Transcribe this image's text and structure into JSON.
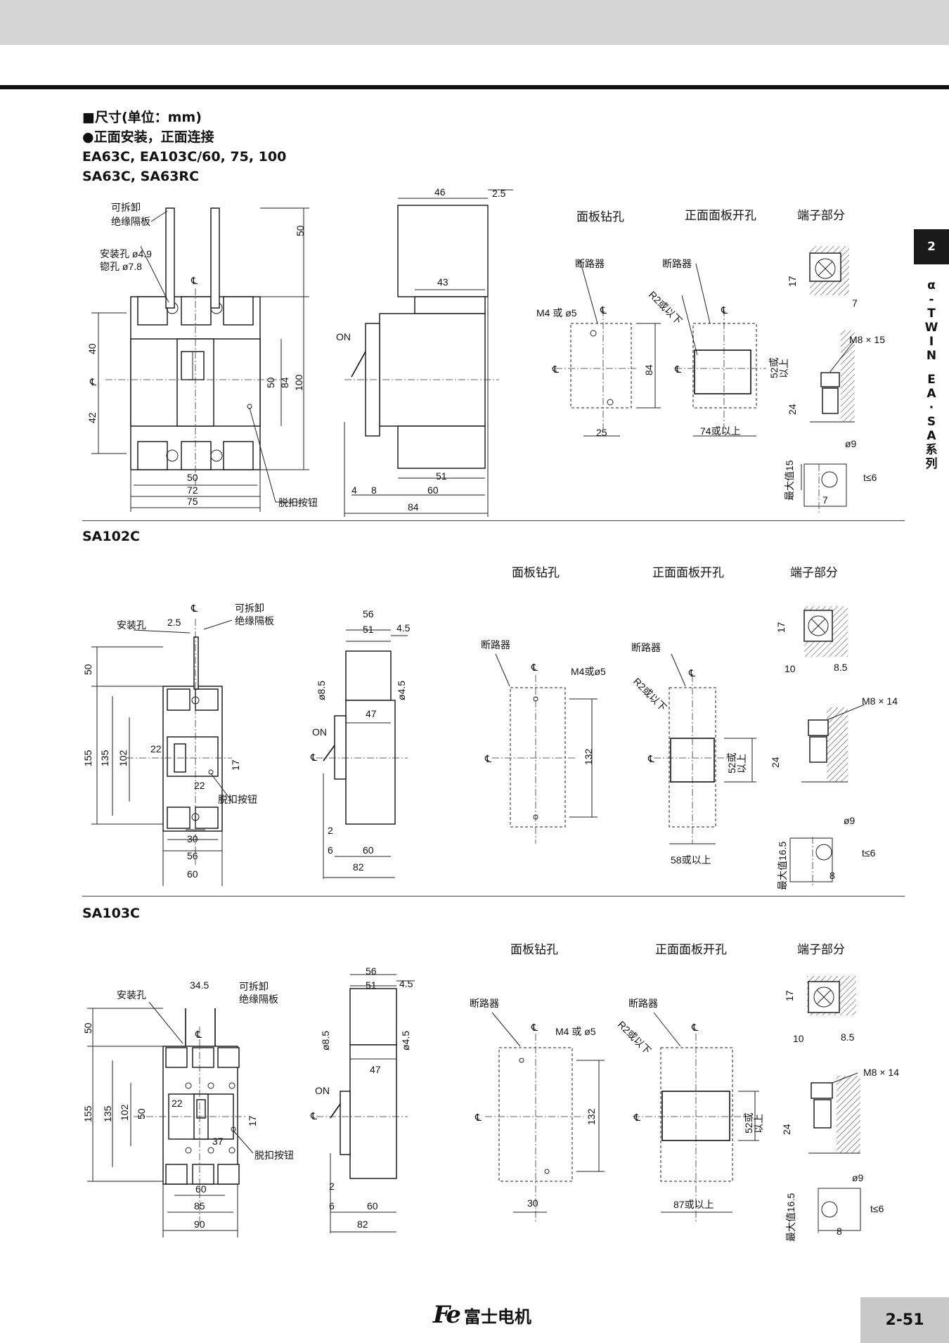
{
  "header": {
    "title": "■尺寸(单位：mm)",
    "subtitle": "●正面安装，正面连接",
    "models_line1": "EA63C, EA103C/60, 75, 100",
    "models_line2": "SA63C, SA63RC"
  },
  "side_tab": {
    "number": "2",
    "series_chars": [
      "α",
      "-",
      "T",
      "W",
      "I",
      "N",
      "",
      "E",
      "A",
      "·",
      "S",
      "A",
      "系",
      "列"
    ]
  },
  "sections": {
    "s2_title": "SA102C",
    "s3_title": "SA103C"
  },
  "views": {
    "panel_drill": "面板钻孔",
    "front_cutout": "正面面板开孔",
    "terminal": "端子部分"
  },
  "labels": {
    "removable_barrier_1": "可拆卸",
    "removable_barrier_2": "绝缘隔板",
    "mount_hole": "安装孔 ø4.9",
    "counterbore": "锪孔 ø7.8",
    "mount_hole_short": "安装孔",
    "trip_button": "脱扣按钮",
    "breaker": "断路器",
    "on": "ON",
    "cl": "℄",
    "m4_or_5": "M4 或 ø5",
    "m4_or_5_b": "M4或ø5",
    "r2": "R2或以下",
    "m8x15": "M8 × 15",
    "m8x14": "M8 × 14",
    "max15": "最大值15",
    "max165": "最大值16.5",
    "phi9": "ø9",
    "t6": "t≤6",
    "w74": "74或以上",
    "w58": "58或以上",
    "w87": "87或以上",
    "h52a": "52或",
    "h52b": "以上"
  },
  "dims": {
    "s1": [
      "46",
      "2.5",
      "50",
      "43",
      "40",
      "42",
      "50",
      "84",
      "100",
      "50",
      "72",
      "75",
      "51",
      "60",
      "84",
      "4",
      "8",
      "25",
      "84",
      "17",
      "7",
      "24",
      "7"
    ],
    "s2": [
      "2.5",
      "50",
      "56",
      "51",
      "4.5",
      "ø8.5",
      "ø4.5",
      "47",
      "155",
      "135",
      "102",
      "22",
      "22",
      "17",
      "30",
      "56",
      "60",
      "2",
      "6",
      "60",
      "82",
      "132",
      "10",
      "8.5",
      "17",
      "24",
      "8"
    ],
    "s3": [
      "34.5",
      "56",
      "51",
      "4.5",
      "50",
      "ø8.5",
      "ø4.5",
      "47",
      "155",
      "135",
      "102",
      "50",
      "22",
      "37",
      "17",
      "60",
      "85",
      "90",
      "2",
      "6",
      "60",
      "82",
      "30",
      "132",
      "10",
      "8.5",
      "17",
      "24",
      "8"
    ]
  },
  "footer": {
    "brand_logo": "Fe",
    "brand_name": "富士电机",
    "page_number": "2-51"
  }
}
